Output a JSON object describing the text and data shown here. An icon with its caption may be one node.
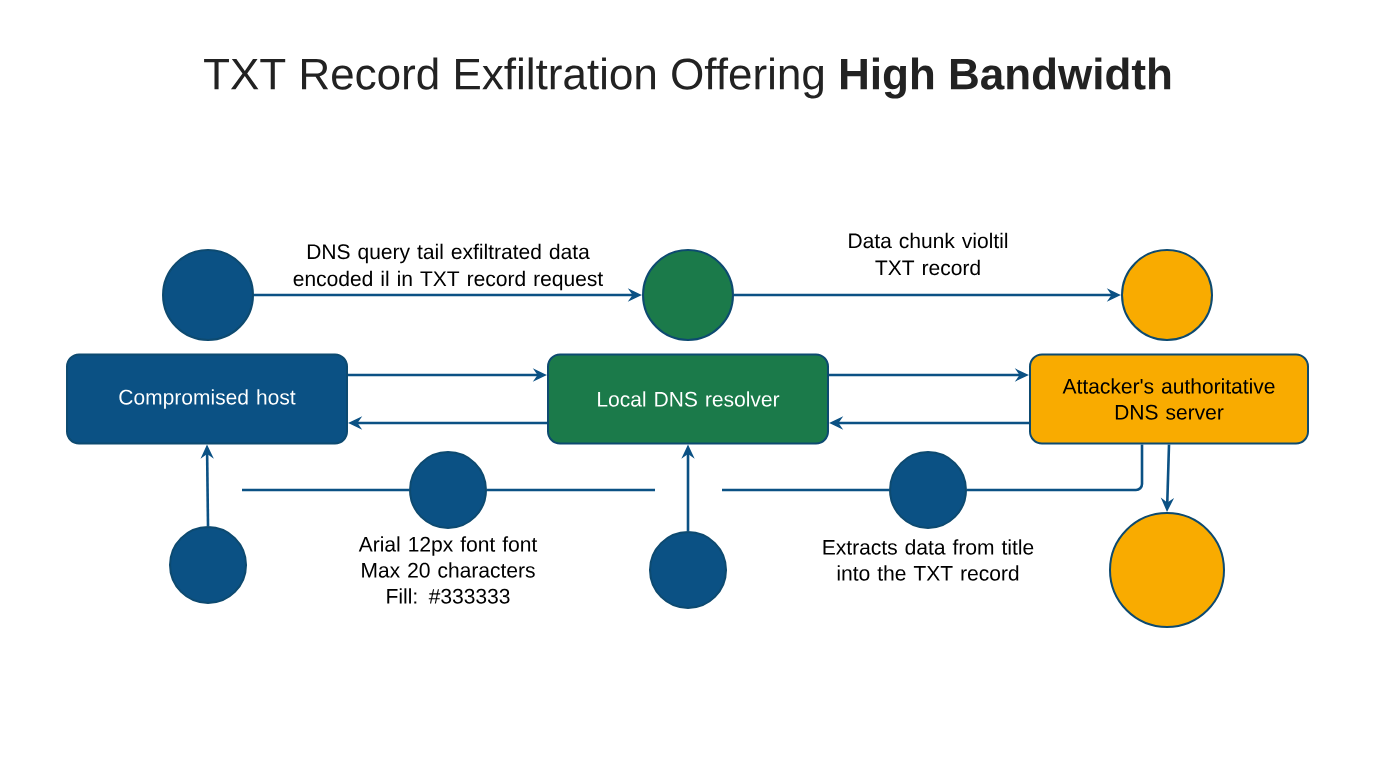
{
  "diagram": {
    "title": "TXT Record Exfiltration Offering **High Bandwidth**",
    "nodes": [
      {
        "text": [],
        "shape": "circle"
      },
      {
        "text": [],
        "shape": "circle"
      },
      {
        "text": [],
        "shape": "circle"
      },
      {
        "text": [
          "Compromised host"
        ]
      },
      {
        "text": [
          "Local DNS resolver"
        ]
      },
      {
        "text": [
          "Attacker's authoritative DNS server"
        ]
      },
      {
        "text": [],
        "shape": "circle"
      },
      {
        "text": [],
        "shape": "circle",
        "beside": [
          "Arial 12px font font Max 20 characters Fill: #333333"
        ]
      },
      {
        "text": [],
        "shape": "circle"
      },
      {
        "text": [],
        "shape": "circle",
        "beside": [
          "Extracts data from title into the TXT record"
        ]
      },
      {
        "text": [],
        "shape": "circle"
      }
    ],
    "edges": [
      {
        "from": 0,
        "to": 1,
        "arrow": "to",
        "label": "DNS query tail exfiltrated data encoded il in TXT record request"
      },
      {
        "from": 1,
        "to": 2,
        "arrow": "to",
        "label": "Data chunk violtil TXT record"
      },
      {
        "from": 3,
        "to": 4,
        "arrow": "to"
      },
      {
        "from": 4,
        "to": 3,
        "arrow": "to"
      },
      {
        "from": 4,
        "to": 5,
        "arrow": "to"
      },
      {
        "from": 5,
        "to": 4,
        "arrow": "to"
      },
      {
        "from": 6,
        "to": 3,
        "arrow": "to"
      },
      {
        "from": 8,
        "to": 4,
        "arrow": "to"
      },
      {
        "from": 5,
        "to": 10,
        "arrow": "to"
      },
      {
        "from": null,
        "to": 7,
        "arrow": "none"
      },
      {
        "from": 7,
        "to": null,
        "arrow": "none"
      },
      {
        "from": null,
        "to": 9,
        "arrow": "none"
      },
      {
        "from": 9,
        "to": 5,
        "arrow": "none"
      }
    ]
  }
}
